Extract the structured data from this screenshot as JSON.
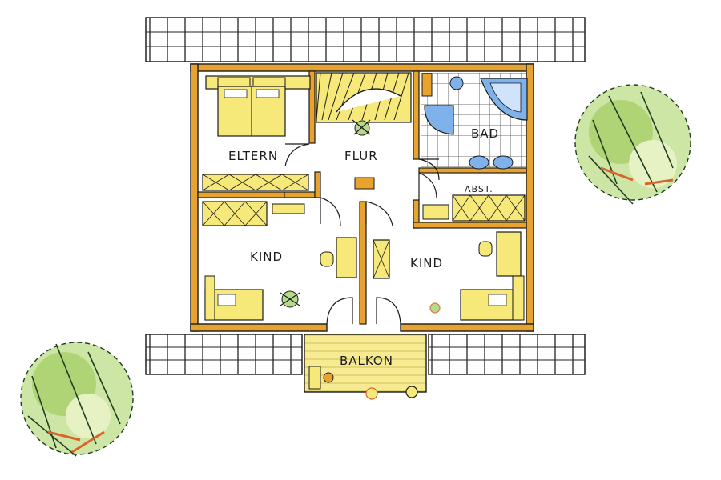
{
  "plan": {
    "rooms": {
      "eltern": "ELTERN",
      "flur": "FLUR",
      "bad": "BAD",
      "abstell": "ABST.",
      "kind_left": "KIND",
      "kind_right": "KIND",
      "balkon": "BALKON"
    }
  },
  "colors": {
    "wall": "#e8a32e",
    "furniture": "#f6e97a",
    "ink": "#1b1b1b",
    "tile_blue": "#7fb2ea",
    "tree_green": "#a7d06a"
  },
  "icons": {
    "tree": "tree-icon",
    "bed": "bed-icon",
    "bathtub": "bathtub-icon",
    "stairs": "staircase-icon"
  }
}
